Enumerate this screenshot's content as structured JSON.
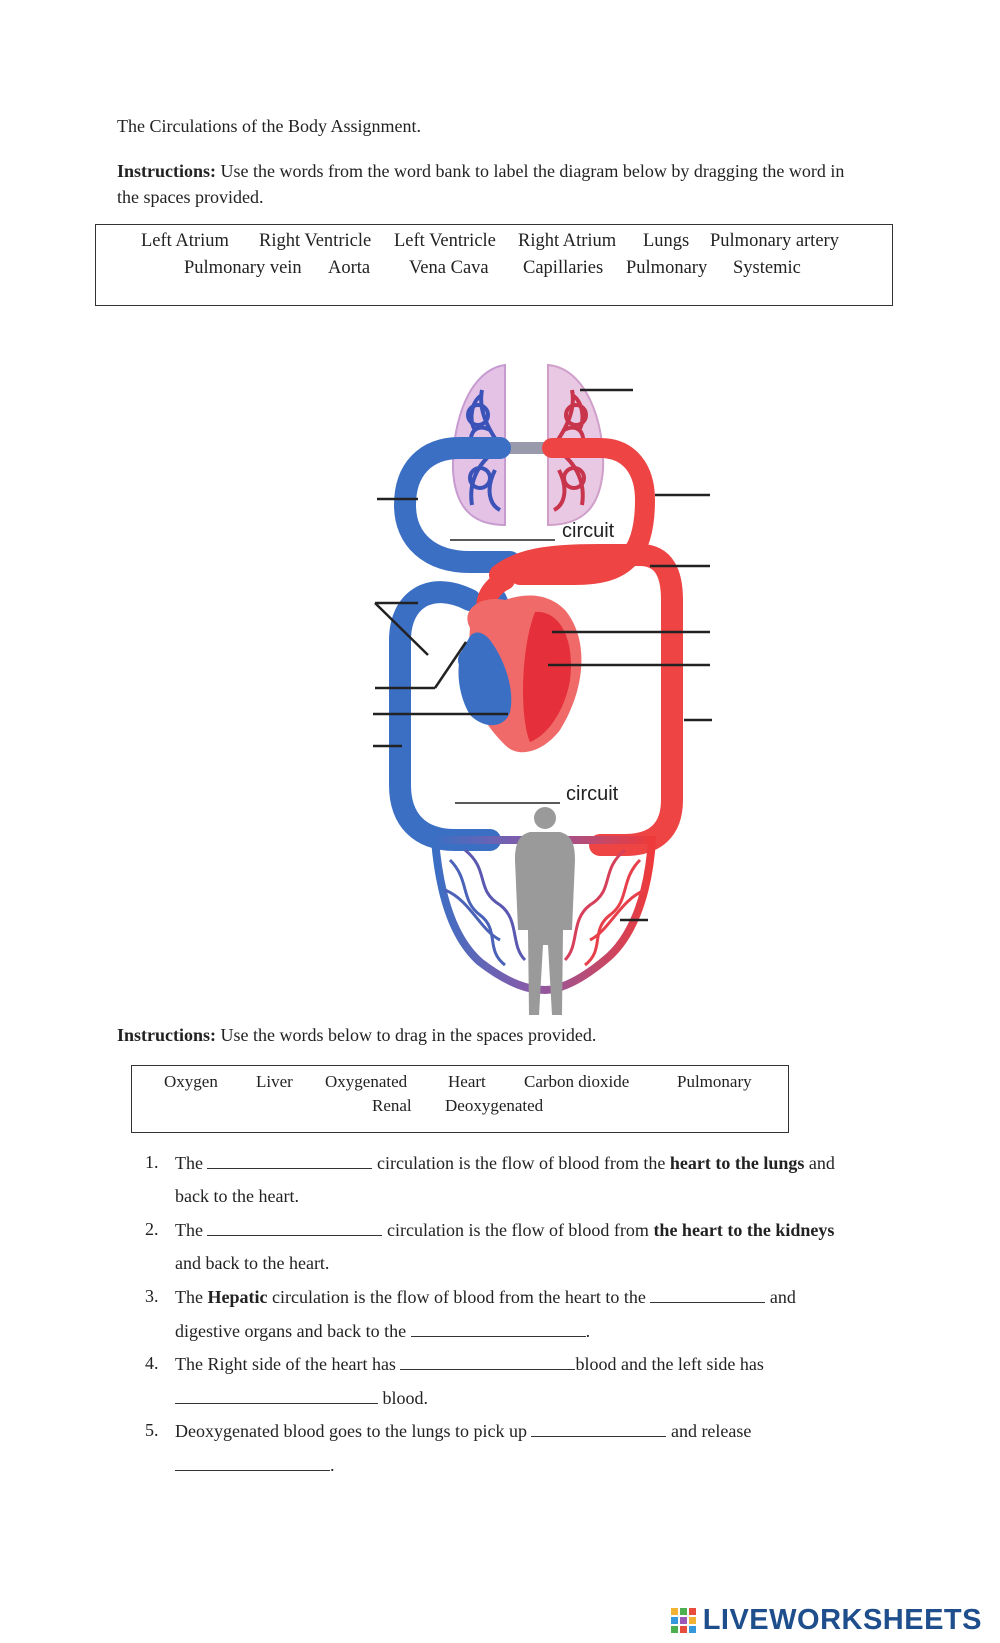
{
  "title": "The Circulations of the Body Assignment.",
  "instructions1": {
    "label": "Instructions:",
    "text": " Use the words from the word bank to label the diagram below by dragging the word in the spaces provided."
  },
  "word_bank_1": [
    "Left Atrium",
    "Right Ventricle",
    "Left Ventricle",
    "Right Atrium",
    "Lungs",
    "Pulmonary artery",
    "Pulmonary vein",
    "Aorta",
    "Vena Cava",
    "Capillaries",
    "Pulmonary",
    "Systemic"
  ],
  "diagram": {
    "upper_circuit_label": "circuit",
    "lower_circuit_label": "circuit",
    "colors": {
      "oxygenated": "#ee3a3a",
      "deoxygenated": "#3b6fc4",
      "lungs": "#d9a9d9",
      "body": "#9a9a9a"
    }
  },
  "instructions2": {
    "label": "Instructions:",
    "text": " Use the words below to drag in the spaces provided."
  },
  "word_bank_2": [
    "Oxygen",
    "Liver",
    "Oxygenated",
    "Heart",
    "Carbon dioxide",
    "Pulmonary",
    "Renal",
    "Deoxygenated"
  ],
  "questions": [
    {
      "num": "1.",
      "a": "The",
      "b": " circulation is the flow of blood from the ",
      "bold": "heart to the lungs",
      "c": " and",
      "d": "back to the heart."
    },
    {
      "num": "2.",
      "a": "The",
      "b": " circulation is the flow of blood from ",
      "bold": "the heart to the kidneys",
      "d": "and back to the heart."
    },
    {
      "num": "3.",
      "a": "The ",
      "bold": "Hepatic",
      "b": " circulation is the flow of blood from the heart to the",
      "c": "and",
      "d": "digestive organs and back to the",
      "e": "."
    },
    {
      "num": "4.",
      "a": "The Right side of the heart has",
      "b": "blood and the left side has",
      "d": "blood."
    },
    {
      "num": "5.",
      "a": "Deoxygenated blood goes to the lungs to pick up",
      "c": "and release",
      "d": "."
    }
  ],
  "footer": {
    "logo_text": "LIVEWORKSHEETS"
  }
}
